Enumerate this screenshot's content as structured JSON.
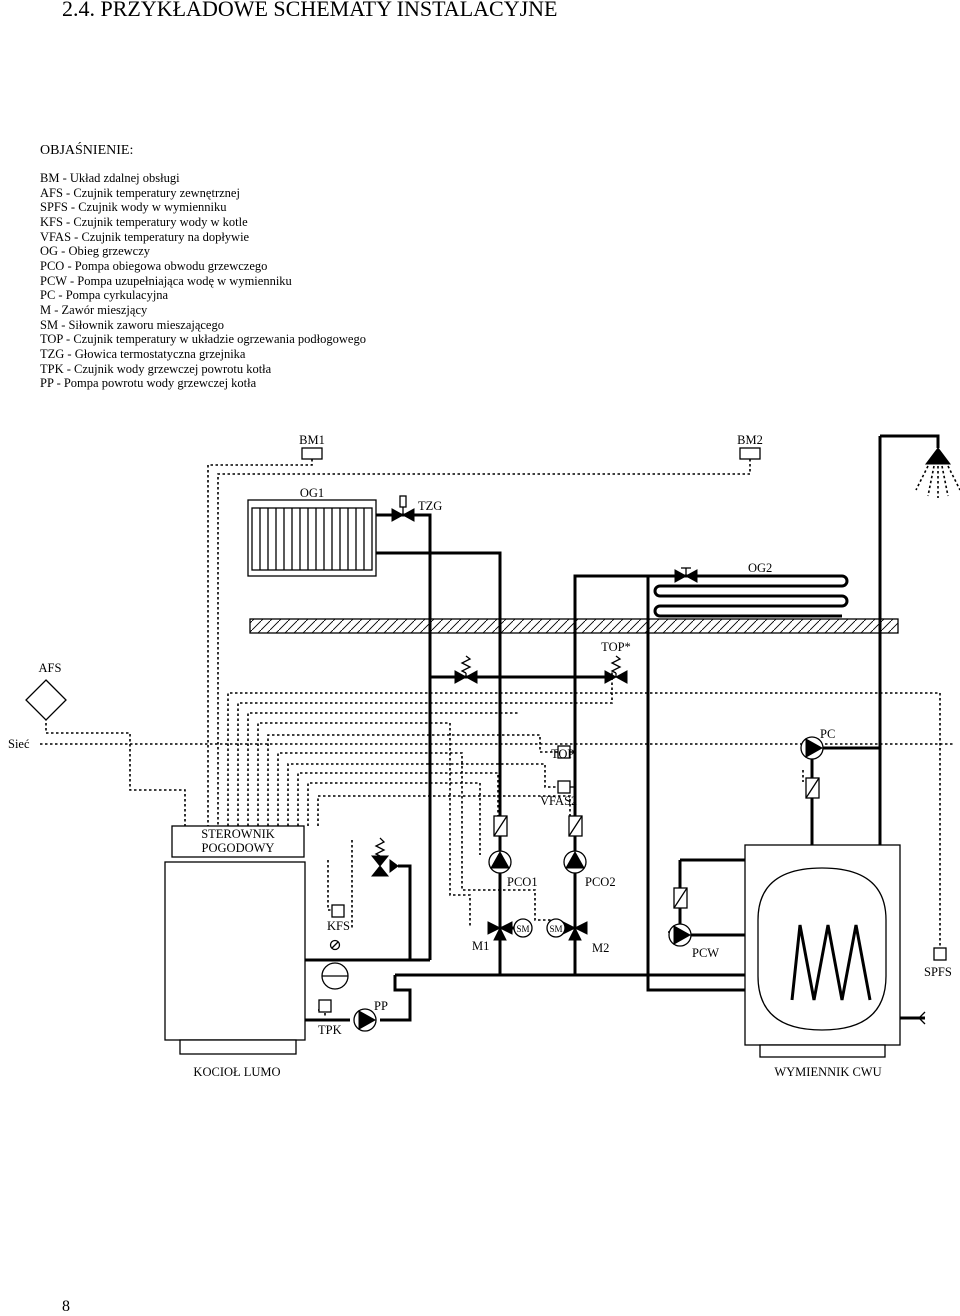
{
  "heading": "2.4. PRZYKŁADOWE SCHEMATY INSTALACYJNE",
  "legend": {
    "title": "OBJAŚNIENIE:",
    "items": [
      "BM - Układ zdalnej obsługi",
      "AFS - Czujnik temperatury zewnętrznej",
      "SPFS - Czujnik wody w wymienniku",
      "KFS - Czujnik temperatury wody w kotle",
      "VFAS - Czujnik temperatury na dopływie",
      "OG - Obieg grzewczy",
      "PCO - Pompa obiegowa obwodu grzewczego",
      "PCW - Pompa uzupełniająca wodę w wymienniku",
      "PC - Pompa cyrkulacyjna",
      "M - Zawór mieszjący",
      "SM - Siłownik zaworu mieszającego",
      "TOP - Czujnik temperatury w układzie ogrzewania podłogowego",
      "TZG - Głowica termostatyczna grzejnika",
      "TPK - Czujnik wody grzewczej powrotu kotła",
      "PP - Pompa powrotu wody grzewczej kotła"
    ]
  },
  "diagram": {
    "labels": {
      "bm1": "BM1",
      "bm2": "BM2",
      "og1": "OG1",
      "tzg": "TZG",
      "og2": "OG2",
      "top_star": "TOP*",
      "afs": "AFS",
      "siec": "Sieć",
      "top": "TOP",
      "pc": "PC",
      "vfas2": "VFAS2",
      "controller_line1": "STEROWNIK",
      "controller_line2": "POGODOWY",
      "pco1": "PCO1",
      "pco2": "PCO2",
      "kfs": "KFS",
      "sm1": "SM",
      "sm2": "SM",
      "m1": "M1",
      "m2": "M2",
      "pcw": "PCW",
      "spfs": "SPFS",
      "pp": "PP",
      "tpk": "TPK",
      "boiler": "KOCIOŁ LUMO",
      "exchanger": "WYMIENNIK CWU"
    }
  },
  "page_number": "8"
}
